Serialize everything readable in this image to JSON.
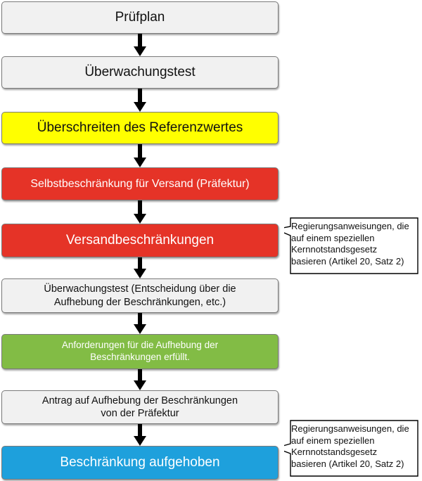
{
  "steps": [
    {
      "label": "Prüfplan"
    },
    {
      "label": "Überwachungstest"
    },
    {
      "label": "Überschreiten des Referenzwertes"
    },
    {
      "label": "Selbstbeschränkung für Versand (Präfektur)"
    },
    {
      "label": "Versandbeschränkungen"
    },
    {
      "label_line1": "Überwachungstest (Entscheidung über die",
      "label_line2": "Aufhebung der Beschränkungen, etc.)"
    },
    {
      "label_line1": "Anforderungen für die Aufhebung der",
      "label_line2": "Beschränkungen erfüllt."
    },
    {
      "label_line1": "Antrag auf Aufhebung der Beschränkungen",
      "label_line2": "von der Präfektur"
    },
    {
      "label": "Beschränkung aufgehoben"
    }
  ],
  "callouts": [
    {
      "line1": "Regierungsanweisungen, die",
      "line2": "auf einem speziellen",
      "line3": "Kernnotstandsgesetz",
      "line4": "basieren (Artikel 20, Satz 2)"
    },
    {
      "line1": "Regierungsanweisungen, die",
      "line2": "auf einem speziellen",
      "line3": "Kernnotstandsgesetz",
      "line4": "basieren (Artikel 20, Satz 2)"
    }
  ],
  "colors": {
    "neutral": "#f1f1f1",
    "warning": "#ffff00",
    "restriction": "#e53327",
    "fulfilled": "#82bc45",
    "lifted": "#1ea0dc"
  }
}
